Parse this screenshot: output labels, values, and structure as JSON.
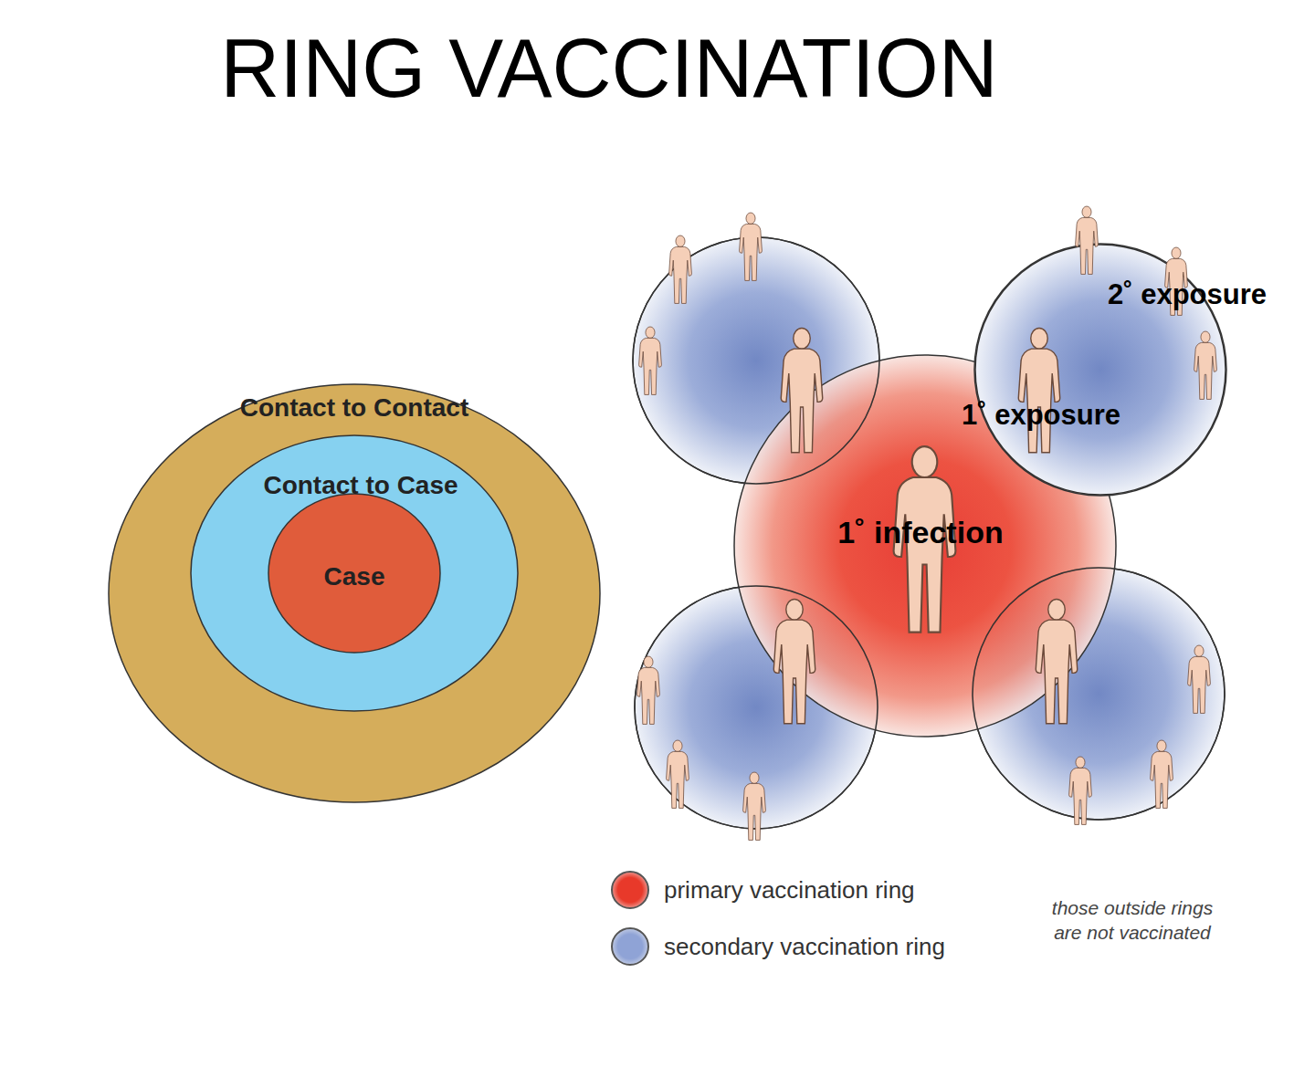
{
  "diagram": {
    "title": "RING VACCINATION",
    "nodes": [
      {
        "text": [
          "Contact to Contact"
        ]
      },
      {
        "text": [
          "Contact to Case"
        ],
        "in": 0
      },
      {
        "text": [
          "Case"
        ],
        "in": 1
      },
      {
        "text": [
          "1˚ infection",
          "1˚ exposure"
        ]
      },
      {
        "text": [
          "2˚ exposure"
        ]
      }
    ],
    "labels": [
      "those outside rings are not vaccinated"
    ],
    "legend": [
      {
        "text": "primary vaccination ring",
        "color": "#e8392a"
      },
      {
        "text": "secondary vaccination ring",
        "color": "#8fa3d6"
      }
    ]
  }
}
